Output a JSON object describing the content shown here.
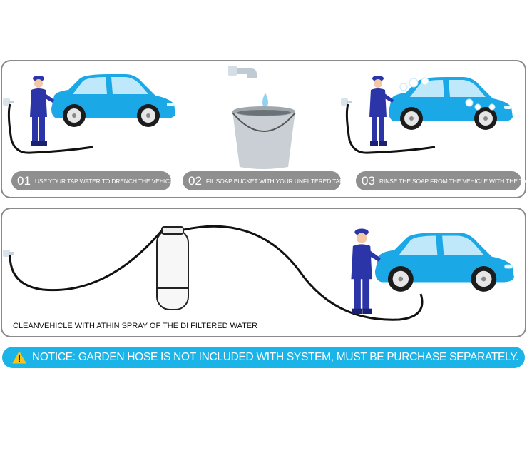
{
  "steps": [
    {
      "number": "01",
      "text": "USE YOUR TAP WATER TO DRENCH THE VEHICLE"
    },
    {
      "number": "02",
      "text": "FIL SOAP BUCKET WITH YOUR UNFILTERED TAP"
    },
    {
      "number": "03",
      "text": "RINSE THE SOAP FROM THE VEHICLE WITH THE TAP"
    }
  ],
  "bottom_caption": "CLEANVEHICLE WITH ATHIN SPRAY OF THE DI FILTERED WATER",
  "notice": {
    "text": "NOTICE: GARDEN HOSE IS NOT INCLUDED WITH SYSTEM, MUST BE PURCHASE SEPARATELY.",
    "icon": "warning-icon"
  },
  "colors": {
    "accent": "#1ab4e8",
    "car": "#1aa9e6",
    "worker": "#2b35a8",
    "badge": "#8f8f8f"
  }
}
